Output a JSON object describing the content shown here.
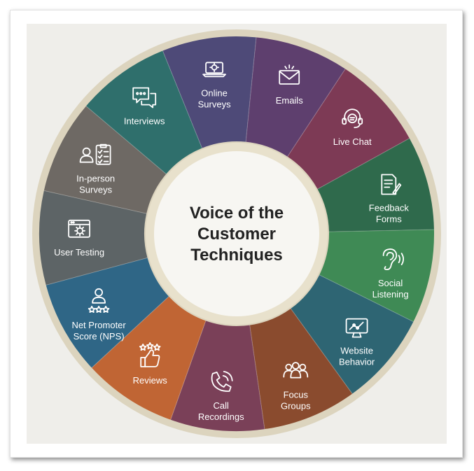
{
  "diagram": {
    "title_lines": [
      "Voice of the",
      "Customer",
      "Techniques"
    ],
    "segments": [
      {
        "label_lines": [
          "Online",
          "Surveys"
        ],
        "icon": "laptop-gear-icon",
        "color": "#4e4a78"
      },
      {
        "label_lines": [
          "Emails"
        ],
        "icon": "envelope-icon",
        "color": "#5e3f6e"
      },
      {
        "label_lines": [
          "Live Chat"
        ],
        "icon": "headset-icon",
        "color": "#7d3a55"
      },
      {
        "label_lines": [
          "Feedback",
          "Forms"
        ],
        "icon": "document-pen-icon",
        "color": "#2f6a4c"
      },
      {
        "label_lines": [
          "Social",
          "Listening"
        ],
        "icon": "ear-icon",
        "color": "#3f8a55"
      },
      {
        "label_lines": [
          "Website",
          "Behavior"
        ],
        "icon": "monitor-chart-icon",
        "color": "#2e6573"
      },
      {
        "label_lines": [
          "Focus",
          "Groups"
        ],
        "icon": "group-icon",
        "color": "#8a4b2e"
      },
      {
        "label_lines": [
          "Call",
          "Recordings"
        ],
        "icon": "phone-icon",
        "color": "#7a4058"
      },
      {
        "label_lines": [
          "Reviews"
        ],
        "icon": "thumbs-up-stars-icon",
        "color": "#c06534"
      },
      {
        "label_lines": [
          "Net Promoter",
          "Score (NPS)"
        ],
        "icon": "person-stars-icon",
        "color": "#2f6686"
      },
      {
        "label_lines": [
          "User Testing"
        ],
        "icon": "browser-gear-icon",
        "color": "#5d6466"
      },
      {
        "label_lines": [
          "In-person",
          "Surveys"
        ],
        "icon": "person-checklist-icon",
        "color": "#6e6964"
      },
      {
        "label_lines": [
          "Interviews"
        ],
        "icon": "chat-bubbles-icon",
        "color": "#2f6f6c"
      }
    ]
  }
}
